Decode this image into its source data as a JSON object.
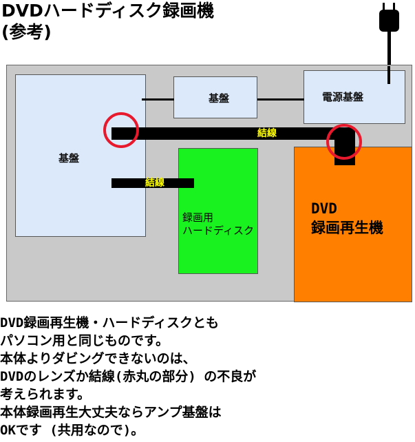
{
  "title": "DVDハードディスク録画機\n(参考)",
  "boards": {
    "main": "基盤",
    "middle": "基盤",
    "power": "電源基盤"
  },
  "hdd_label": "録画用\nハードディスク",
  "dvd_label": "DVD\n録画再生機",
  "cables": {
    "upper": "結線",
    "lower": "結線"
  },
  "icons": [
    "power-plug-icon"
  ],
  "colors": {
    "chassis": "#c9c9c9",
    "board": "#dbe9fb",
    "hdd": "#19f21f",
    "dvd": "#ff8000",
    "cable": "#000000",
    "cable_text": "#ffff00",
    "highlight_ring": "#e8192c"
  },
  "note_lines": [
    "DVD録画再生機・ハードディスクとも",
    "パソコン用と同じものです。",
    "本体よりダビングできないのは、",
    "DVDのレンズか結線(赤丸の部分) の不良が",
    "考えられます。",
    "本体録画再生大丈夫ならアンプ基盤は",
    "OKです (共用なので)。"
  ]
}
